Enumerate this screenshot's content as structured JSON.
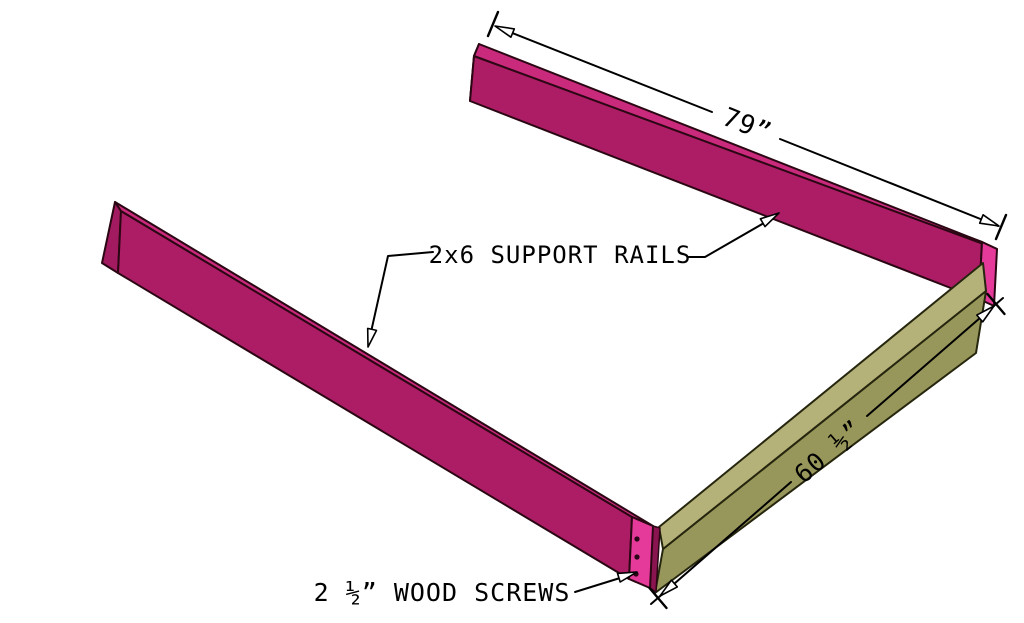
{
  "diagram": {
    "kind": "assembly-diagram",
    "labels": {
      "rails": "2x6 SUPPORT RAILS",
      "screws": "2 ½” WOOD SCREWS"
    },
    "dimensions": {
      "rail_length": "79”",
      "cross_length": "60 ½”"
    },
    "colors": {
      "rail_top": "#c92a7c",
      "rail_side": "#ad1d66",
      "rail_end_bright": "#e53a99",
      "rail_end_cap": "#a21b60",
      "rail_sliver": "#8a1450",
      "board_top": "#b5b279",
      "board_side": "#98975b",
      "outline": "#2a0713",
      "board_outline": "#26260e",
      "line": "#000000",
      "screw": "#2b0618",
      "background": "#ffffff"
    }
  }
}
